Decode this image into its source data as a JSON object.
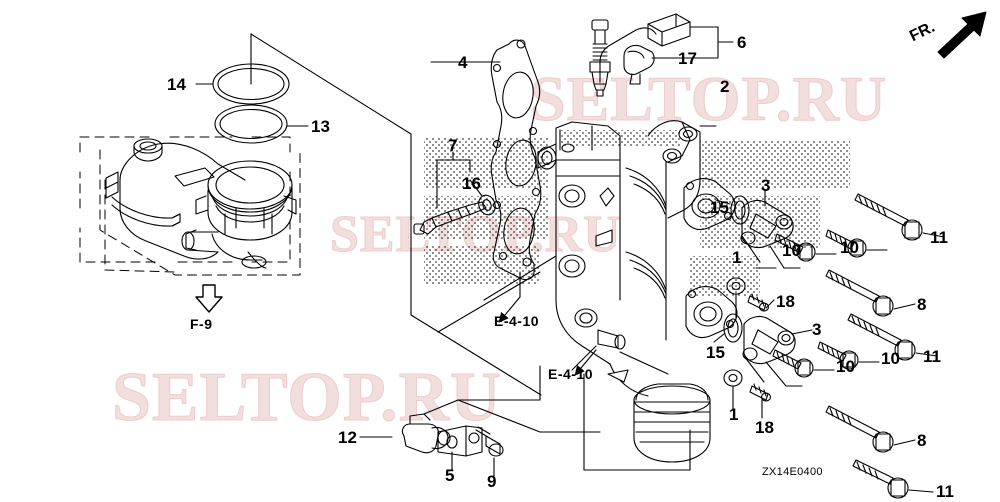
{
  "diagram": {
    "code": "ZX14E0400",
    "orientation_label": "FR.",
    "background_color": "#ffffff",
    "line_color": "#000000",
    "watermark_color": "#f3dede"
  },
  "watermarks": [
    {
      "text": "SELTOP.RU",
      "size": 64
    },
    {
      "text": "SELTOP.RU",
      "size": 52
    },
    {
      "text": "SELTOP.RU",
      "size": 70
    }
  ],
  "section_refs": [
    {
      "label": "F-9"
    },
    {
      "label": "E-4-10"
    },
    {
      "label": "E-4-10"
    }
  ],
  "callouts": [
    {
      "number": "14"
    },
    {
      "number": "13"
    },
    {
      "number": "4"
    },
    {
      "number": "6"
    },
    {
      "number": "17"
    },
    {
      "number": "2"
    },
    {
      "number": "7"
    },
    {
      "number": "16"
    },
    {
      "number": "3"
    },
    {
      "number": "15"
    },
    {
      "number": "15"
    },
    {
      "number": "1"
    },
    {
      "number": "1"
    },
    {
      "number": "18"
    },
    {
      "number": "18"
    },
    {
      "number": "10"
    },
    {
      "number": "10"
    },
    {
      "number": "10"
    },
    {
      "number": "10"
    },
    {
      "number": "11"
    },
    {
      "number": "11"
    },
    {
      "number": "11"
    },
    {
      "number": "8"
    },
    {
      "number": "8"
    },
    {
      "number": "3"
    },
    {
      "number": "12"
    },
    {
      "number": "5"
    },
    {
      "number": "9"
    }
  ]
}
